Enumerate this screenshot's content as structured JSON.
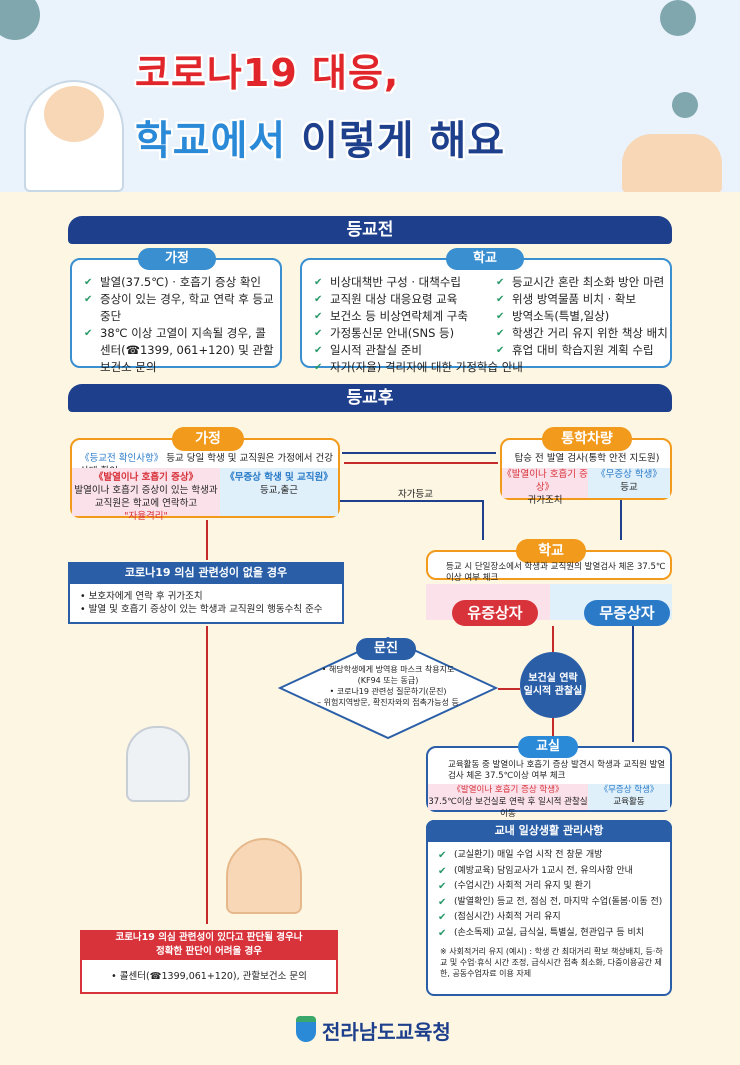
{
  "title": {
    "line1": "코로나19 대응,",
    "line2a": "학교에서",
    "line2b": " 이렇게 해요"
  },
  "before": {
    "title": "등교전",
    "home": {
      "label": "가정",
      "items": [
        "발열(37.5℃) · 호흡기 증상 확인",
        "증상이 있는 경우, 학교 연락 후 등교중단",
        "38℃ 이상 고열이 지속될 경우, 콜센터(☎1399, 061+120) 및 관할 보건소 문의"
      ]
    },
    "school": {
      "label": "학교",
      "left": [
        "비상대책반 구성 · 대책수립",
        "교직원 대상 대응요령 교육",
        "보건소 등 비상연락체계 구축",
        "가정통신문 안내(SNS 등)",
        "일시적 관찰실 준비",
        "자가(자율) 격리자에 대한 가정학습 안내"
      ],
      "right": [
        "등교시간 혼란 최소화 방안 마련",
        "위생 방역물품 비치 · 확보",
        "방역소독(특별,일상)",
        "학생간 거리 유지 위한 책상 배치",
        "휴업 대비 학습지원 계획 수립"
      ]
    }
  },
  "after": {
    "title": "등교후",
    "home": {
      "label": "가정",
      "note_head": "《등교전 확인사항》",
      "note": "등교 당일 학생 및 교직원은 가정에서 건강상태 확인",
      "sym_head": "《발열이나 호흡기 증상》",
      "sym_text": "발열이나 호흡기 증상이 있는 학생과 교직원은 학교에 연락하고",
      "sym_em": "\"자율격리\"",
      "nosym_head": "《무증상 학생 및 교직원》",
      "nosym_text": "등교,출근"
    },
    "bus": {
      "label": "통학차량",
      "note": "탑승 전 발열 검사(통학 안전 지도원)",
      "sym_head": "《발열이나 호흡기 증상》",
      "sym_text": "귀가조치",
      "nosym_head": "《무증상 학생》",
      "nosym_text": "등교"
    },
    "self_go": "자가등교",
    "school": {
      "label": "학교",
      "note": "등교 시 단일장소에서 학생과 교직원의 발열검사 체온 37.5℃이상 여부 체크",
      "sym": "유증상자",
      "nosym": "무증상자"
    },
    "no_relation": {
      "title": "코로나19 의심 관련성이 없을 경우",
      "items": [
        "보호자에게 연락 후 귀가조치",
        "발열 및 호흡기 증상이 있는 학생과 교직원의 행동수칙 준수"
      ]
    },
    "interview": {
      "label": "문진",
      "items": [
        "해당학생에게 방역용 마스크 착용지도",
        "(KF94 또는 동급)",
        "코로나19 관련성 질문하기(문진)",
        "위험지역방문, 확진자와의 접촉가능성 등"
      ]
    },
    "health_room": {
      "line1": "보건실 연락",
      "line2": "일시적 관찰실"
    },
    "classroom": {
      "label": "교실",
      "note": "교육활동 중 발열이나 호흡기 증상 발견시 학생과 교직원 발열검사 체온 37.5℃이상 여부 체크",
      "sym_head": "《발열이나 호흡기 증상 학생》",
      "sym_text": "37.5℃이상 보건실로 연락 후 일시적 관찰실 이동",
      "nosym_head": "《무증상 학생》",
      "nosym_text": "교육활동"
    },
    "suspect": {
      "title1": "코로나19 의심 관련성이 있다고 판단될 경우나",
      "title2": "정확한 판단이 어려울 경우",
      "item": "콜센터(☎1399,061+120), 관할보건소 문의"
    },
    "daily": {
      "title": "교내 일상생활 관리사항",
      "items": [
        "(교실환기) 매일 수업 시작 전 창문 개방",
        "(예방교육) 담임교사가 1교시 전, 유의사항 안내",
        "(수업시간) 사회적 거리 유지 및 환기",
        "(발열확인) 등교 전, 점심 전, 마지막 수업(돌봄·이동 전)",
        "(점심시간) 사회적 거리 유지",
        "(손소독제) 교실, 급식실, 특별실, 현관입구 등 비치"
      ],
      "note": "※ 사회적거리 유지 (예시) : 학생 간 최대거리 확보 책상배치, 등·하교 및 수업·휴식 시간 조정, 급식시간 접촉 최소화, 다중이용공간 제한, 공동수업자료 이용 자제"
    }
  },
  "footer": {
    "org": "전라남도교육청"
  }
}
